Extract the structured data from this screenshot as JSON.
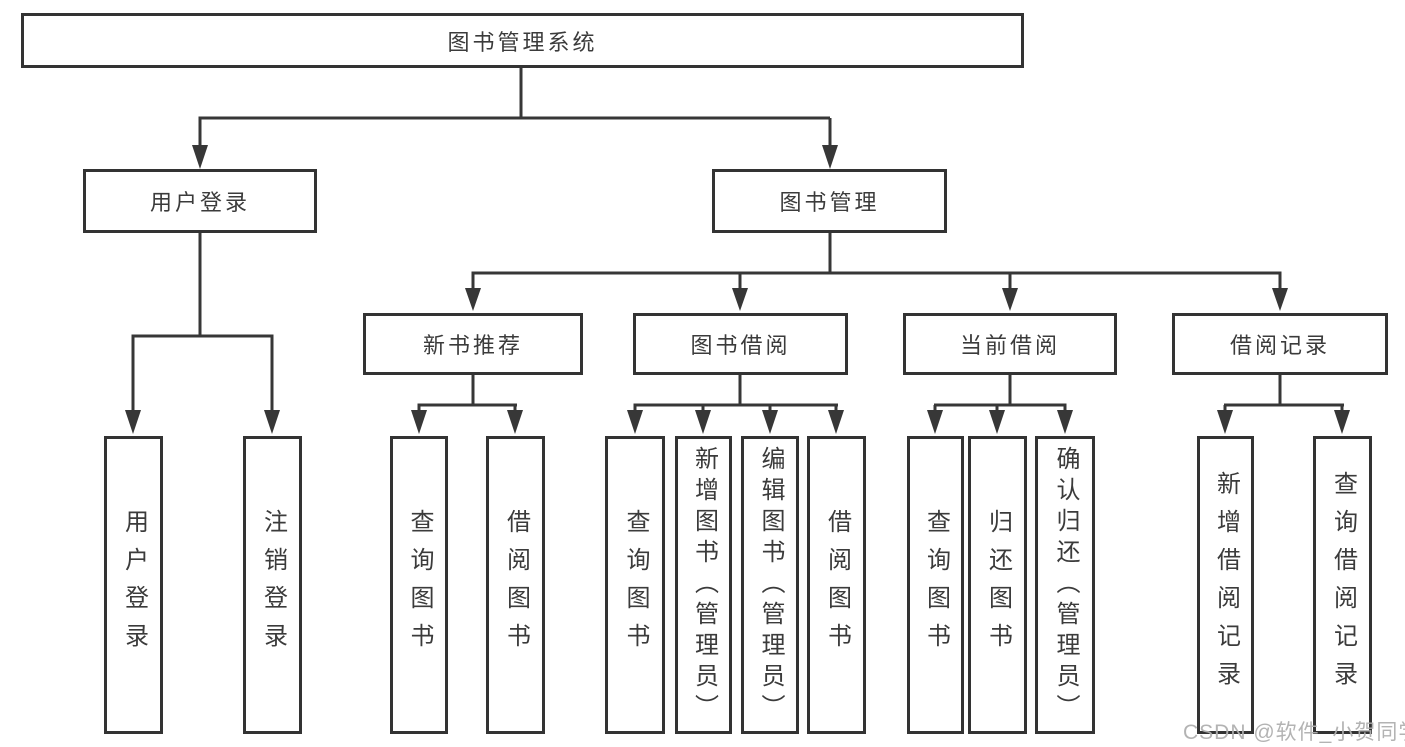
{
  "tree": {
    "root": {
      "label": "图书管理系统"
    },
    "user_login": {
      "label": "用户登录",
      "children": [
        {
          "label": "用户登录"
        },
        {
          "label": "注销登录"
        }
      ]
    },
    "book_management": {
      "label": "图书管理",
      "groups": [
        {
          "label": "新书推荐",
          "children": [
            {
              "label": "查询图书"
            },
            {
              "label": "借阅图书"
            }
          ]
        },
        {
          "label": "图书借阅",
          "children": [
            {
              "label": "查询图书"
            },
            {
              "label": "新增图书（管理员）"
            },
            {
              "label": "编辑图书（管理员）"
            },
            {
              "label": "借阅图书"
            }
          ]
        },
        {
          "label": "当前借阅",
          "children": [
            {
              "label": "查询图书"
            },
            {
              "label": "归还图书"
            },
            {
              "label": "确认归还（管理员）"
            }
          ]
        },
        {
          "label": "借阅记录",
          "children": [
            {
              "label": "新增借阅记录"
            },
            {
              "label": "查询借阅记录"
            }
          ]
        }
      ]
    }
  },
  "watermark": {
    "text": "CSDN @软件_小贺同学"
  },
  "colors": {
    "line": "#373737",
    "box_border": "#333333",
    "text": "#3b3b3b",
    "watermark": "#afafaf",
    "background": "#ffffff"
  }
}
